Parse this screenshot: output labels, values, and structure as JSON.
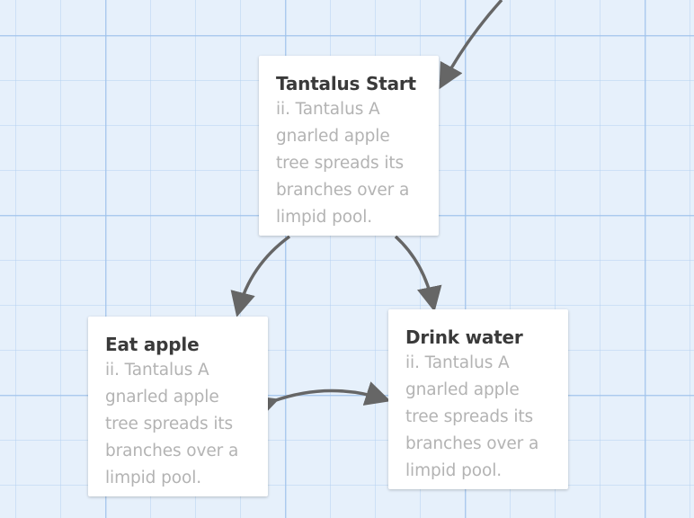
{
  "passages": {
    "tantalus_start": {
      "title": "Tantalus Start",
      "excerpt": "ii. Tantalus A gnarled apple tree spreads its branches over a limpid pool."
    },
    "eat_apple": {
      "title": "Eat apple",
      "excerpt": "ii. Tantalus A gnarled apple tree spreads its branches over a limpid pool."
    },
    "drink_water": {
      "title": "Drink water",
      "excerpt": "ii. Tantalus A gnarled apple tree spreads its branches over a limpid pool."
    }
  },
  "colors": {
    "background": "#e6f0fb",
    "grid_line": "#a0c3eb",
    "card": "#ffffff",
    "title_text": "#3a3a3a",
    "excerpt_text": "#b3b3b3",
    "link_arrow": "#666666"
  }
}
